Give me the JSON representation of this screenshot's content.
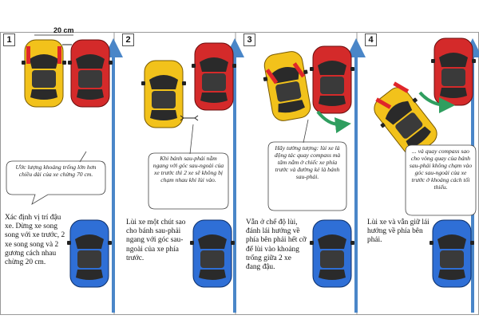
{
  "diagram": {
    "distance_label": "20 cm",
    "steps": [
      {
        "number": "1",
        "bubble": "Ước lượng khoảng trống lớn hơn chiều dài của xe chừng 70 cm.",
        "description": "Xác định vị trí đậu xe. Dừng xe song song với xe trước, 2 xe song song và 2 gương cách nhau chừng 20 cm."
      },
      {
        "number": "2",
        "bubble": "Khi bánh sau-phải nằm ngang với góc sau-ngoài của xe trước thì 2 xe sẽ không bị chạm nhau khi lùi vào.",
        "description": "Lùi xe một chút sao cho bánh sau-phải ngang với góc sau-ngoài của xe phía trước."
      },
      {
        "number": "3",
        "bubble": "Hãy tưởng tượng: lùi xe là động tác quay compass mà tâm nằm ở chiếc xe phía trước và đường kẻ là bánh sau-phải.",
        "description": "Vẫn ở chế độ lùi, đánh lái hướng về phía bên phải hết cỡ để lùi vào khoảng trống giữa 2 xe đang đậu."
      },
      {
        "number": "4",
        "bubble": "... và quay compass sao cho vòng quay của bánh sau-phải không chạm vào góc sau-ngoài của xe trước ở khoảng cách tối thiểu.",
        "description": "Lùi xe và vẫn giữ lái hướng về phía bên phải."
      }
    ],
    "colors": {
      "yellow_car": "#f2c21b",
      "red_car": "#d42a2a",
      "blue_car": "#2f6fd6",
      "lane_line": "#4a86c8",
      "arrow_green": "#2f9e5f",
      "wheel_mark": "#e0262a"
    }
  }
}
